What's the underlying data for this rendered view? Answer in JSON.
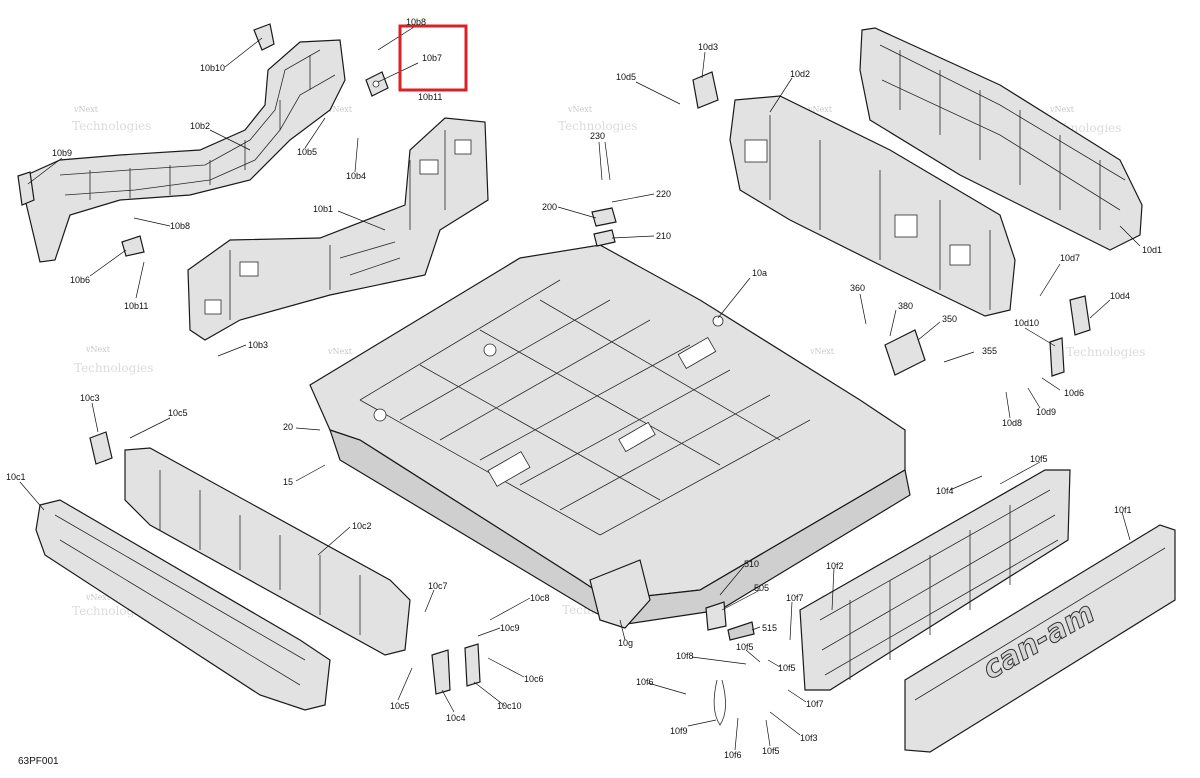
{
  "diagram_code": "63PF001",
  "highlighted_callout": "10b7",
  "highlight_color": "#dd1f26",
  "brand_mark": "can-am",
  "watermark": {
    "line1": "vNext",
    "line2": "Technologies"
  },
  "callouts": {
    "c_10b8": "10b8",
    "c_10b7": "10b7",
    "c_10b11a": "10b11",
    "c_10b10": "10b10",
    "c_10b2": "10b2",
    "c_10b9": "10b9",
    "c_10b5": "10b5",
    "c_10b4": "10b4",
    "c_10b8b": "10b8",
    "c_10b6": "10b6",
    "c_10b11b": "10b11",
    "c_10b1": "10b1",
    "c_10b3": "10b3",
    "c_230": "230",
    "c_220": "220",
    "c_200": "200",
    "c_210": "210",
    "c_10d3": "10d3",
    "c_10d5": "10d5",
    "c_10d2": "10d2",
    "c_10d1": "10d1",
    "c_10a": "10a",
    "c_10d7": "10d7",
    "c_360": "360",
    "c_380": "380",
    "c_350": "350",
    "c_355": "355",
    "c_10d4": "10d4",
    "c_10d10": "10d10",
    "c_10d6": "10d6",
    "c_10d9": "10d9",
    "c_10d8": "10d8",
    "c_10c3": "10c3",
    "c_10c5a": "10c5",
    "c_20": "20",
    "c_15": "15",
    "c_10c1": "10c1",
    "c_10c2": "10c2",
    "c_10c7": "10c7",
    "c_10c8": "10c8",
    "c_10c9": "10c9",
    "c_10c6": "10c6",
    "c_10c5b": "10c5",
    "c_10c4": "10c4",
    "c_10c10": "10c10",
    "c_10g": "10g",
    "c_510": "510",
    "c_505": "505",
    "c_515": "515",
    "c_10f5a": "10f5",
    "c_10f4": "10f4",
    "c_10f1": "10f1",
    "c_10f2": "10f2",
    "c_10f7a": "10f7",
    "c_10f5b": "10f5",
    "c_10f8": "10f8",
    "c_10f5c": "10f5",
    "c_10f6a": "10f6",
    "c_10f9": "10f9",
    "c_10f7b": "10f7",
    "c_10f3": "10f3",
    "c_10f6b": "10f6",
    "c_10f5d": "10f5"
  }
}
